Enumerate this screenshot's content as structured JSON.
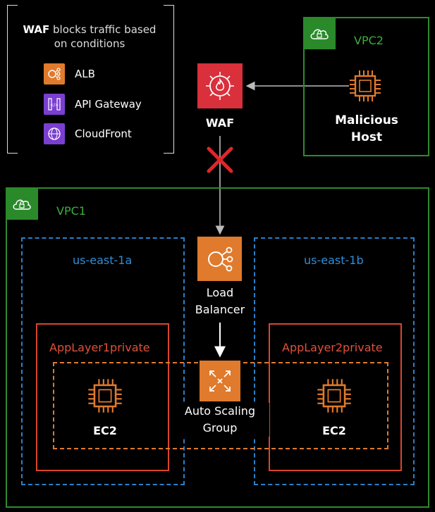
{
  "legend": {
    "title_bold": "WAF",
    "title_rest_1": " blocks traffic based",
    "title_rest_2": "on conditions",
    "items": [
      {
        "label": "ALB",
        "icon": "alb-icon",
        "color": "#e07a2c"
      },
      {
        "label": "API Gateway",
        "icon": "api-gateway-icon",
        "color": "#7a3fd1"
      },
      {
        "label": "CloudFront",
        "icon": "cloudfront-icon",
        "color": "#7a3fd1"
      }
    ]
  },
  "waf": {
    "label": "WAF",
    "color": "#d9303b"
  },
  "vpc2": {
    "label": "VPC2",
    "host_line1": "Malicious",
    "host_line2": "Host"
  },
  "vpc1": {
    "label": "VPC1"
  },
  "az_a": {
    "label": "us-east-1a"
  },
  "az_b": {
    "label": "us-east-1b"
  },
  "load_balancer": {
    "line1": "Load",
    "line2": "Balancer",
    "color": "#e07a2c"
  },
  "subnet_1": {
    "label": "AppLayer1private"
  },
  "subnet_2": {
    "label": "AppLayer2private"
  },
  "asg": {
    "line1": "Auto Scaling",
    "line2": "Group",
    "color": "#e07a2c"
  },
  "ec2_1": {
    "label": "EC2"
  },
  "ec2_2": {
    "label": "EC2"
  },
  "colors": {
    "vpc": "#2e8b2e",
    "az": "#2a7fc9",
    "subnet": "#d9452c",
    "asg": "#e07a2c",
    "block": "#e0262b"
  }
}
